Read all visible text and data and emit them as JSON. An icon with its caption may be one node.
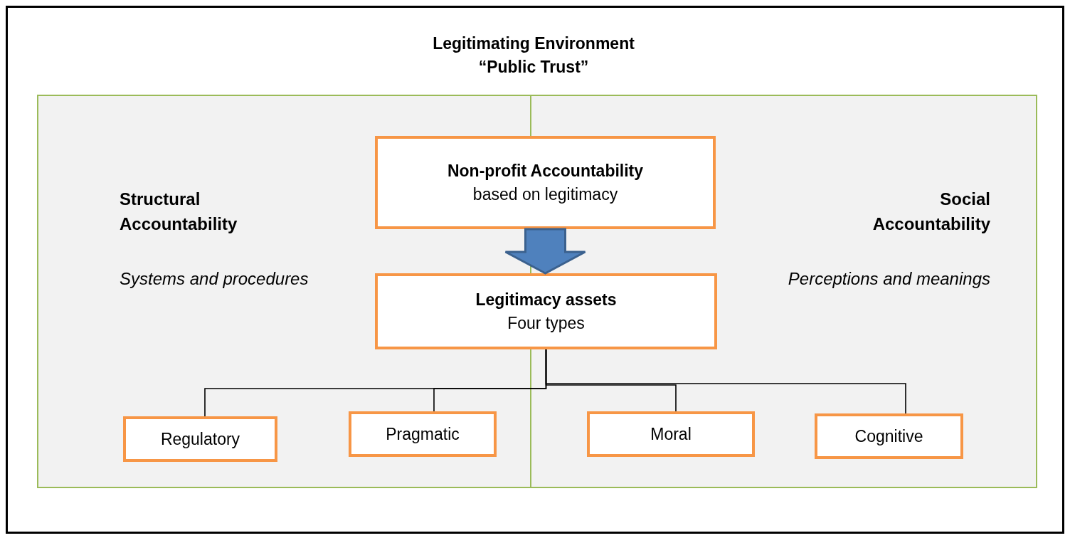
{
  "diagram": {
    "nodes": [
      {
        "text": [
          "Legitimating Environment “Public Trust”"
        ]
      },
      {
        "text": [
          "Structural Accountability",
          "Systems and procedures"
        ],
        "in": 0
      },
      {
        "text": [
          "Social Accountability",
          "Perceptions and meanings"
        ],
        "in": 0
      },
      {
        "text": [
          "Non-profit Accountability",
          "based on legitimacy"
        ],
        "in": 0
      },
      {
        "text": [
          "Legitimacy assets",
          "Four types"
        ],
        "in": 0
      },
      {
        "text": [
          "Regulatory"
        ],
        "in": 1
      },
      {
        "text": [
          "Pragmatic"
        ],
        "in": 1
      },
      {
        "text": [
          "Moral"
        ],
        "in": 2
      },
      {
        "text": [
          "Cognitive"
        ],
        "in": 2
      }
    ],
    "edges": [
      {
        "from": 3,
        "to": 4,
        "arrow": "to",
        "style": "thick",
        "color": "#4f81bd"
      },
      {
        "from": 4,
        "to": 5,
        "arrow": "none"
      },
      {
        "from": 4,
        "to": 6,
        "arrow": "none"
      },
      {
        "from": 4,
        "to": 7,
        "arrow": "none"
      },
      {
        "from": 4,
        "to": 8,
        "arrow": "none"
      }
    ]
  }
}
